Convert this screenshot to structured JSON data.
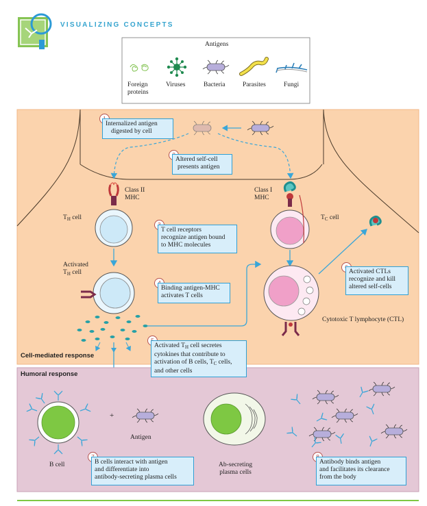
{
  "header": {
    "title": "VISUALIZING CONCEPTS"
  },
  "antigens": {
    "title": "Antigens",
    "items": [
      {
        "line1": "Foreign",
        "line2": "proteins"
      },
      {
        "line1": "Viruses",
        "line2": ""
      },
      {
        "line1": "Bacteria",
        "line2": ""
      },
      {
        "line1": "Parasites",
        "line2": ""
      },
      {
        "line1": "Fungi",
        "line2": ""
      }
    ]
  },
  "steps": {
    "s1": {
      "n": "1",
      "line1": "Internalized antigen",
      "line2": "digested by cell"
    },
    "s2": {
      "n": "2",
      "line1": "Altered self-cell",
      "line2": "presents antigen"
    },
    "s3": {
      "n": "3",
      "line1": "T cell receptors",
      "line2": "recognize antigen bound",
      "line3": "to MHC molecules"
    },
    "s4": {
      "n": "4",
      "line1": "Binding antigen-MHC",
      "line2": "activates T cells"
    },
    "s5": {
      "n": "5",
      "line1a": "Activated T",
      "line1sub": "H",
      "line1b": " cell secretes",
      "line2": "cytokines that contribute to",
      "line3a": "activation of B cells, T",
      "line3sub": "C",
      "line3b": " cells,",
      "line4": "and other cells"
    },
    "s6": {
      "n": "6",
      "line1": "Activated CTLs",
      "line2": "recognize and kill",
      "line3": "altered self-cells"
    },
    "s7": {
      "n": "7",
      "line1": "B cells interact with antigen",
      "line2": "and differentiate into",
      "line3": "antibody-secreting plasma cells"
    },
    "s8": {
      "n": "8",
      "line1": "Antibody binds antigen",
      "line2": "and facilitates its clearance",
      "line3": "from the body"
    }
  },
  "labels": {
    "class2_l1": "Class II",
    "class2_l2": "MHC",
    "class1_l1": "Class I",
    "class1_l2": "MHC",
    "th_a": "T",
    "th_sub": "H",
    "th_b": " cell",
    "tc_a": "T",
    "tc_sub": "C",
    "tc_b": " cell",
    "act_l1": "Activated",
    "act_a": "T",
    "act_sub": "H",
    "act_b": " cell",
    "ctl": "Cytotoxic T lymphocyte (CTL)",
    "bcell": "B cell",
    "plus": "+",
    "antigen": "Antigen",
    "plasma_l1": "Ab-secreting",
    "plasma_l2": "plasma cells"
  },
  "sections": {
    "cell_mediated": "Cell-mediated response",
    "humoral": "Humoral response"
  },
  "colors": {
    "accent": "#35a4cf",
    "cell_mediated_bg": "#fbd3ad",
    "humoral_bg": "#e4c8d6",
    "box_bg": "#d8eefa",
    "box_border": "#2f9fd4",
    "bacteria_body": "#b7aedb",
    "plasma_green": "#7ec843",
    "tc_pink": "#f0a0c8",
    "th_blue": "#cde9f8"
  }
}
